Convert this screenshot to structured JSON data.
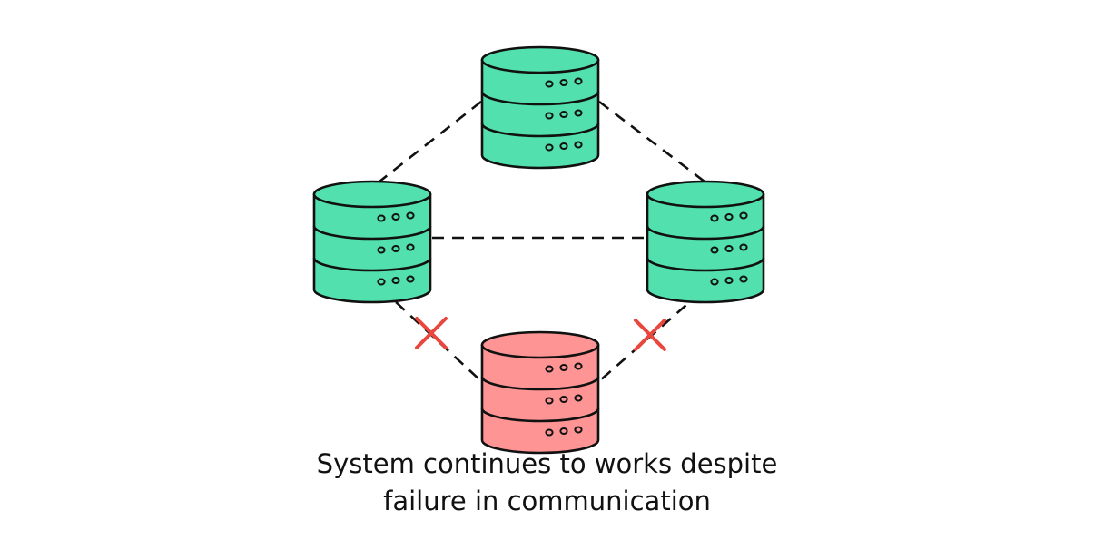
{
  "caption": {
    "line1": "System continues to works despite",
    "line2": "failure in communication"
  },
  "nodes": [
    {
      "id": "top",
      "status": "healthy"
    },
    {
      "id": "left",
      "status": "healthy"
    },
    {
      "id": "right",
      "status": "healthy"
    },
    {
      "id": "bottom",
      "status": "failed"
    }
  ],
  "links": [
    {
      "from": "top",
      "to": "left",
      "broken": false
    },
    {
      "from": "top",
      "to": "right",
      "broken": false
    },
    {
      "from": "left",
      "to": "right",
      "broken": false
    },
    {
      "from": "left",
      "to": "bottom",
      "broken": true
    },
    {
      "from": "right",
      "to": "bottom",
      "broken": true
    }
  ],
  "colors": {
    "healthy_fill": "#52e0ae",
    "failed_fill": "#ff9494",
    "stroke": "#111111",
    "cross": "#e8473e"
  },
  "icons": {
    "node": "database-server-icon",
    "broken_link": "cross-icon"
  }
}
